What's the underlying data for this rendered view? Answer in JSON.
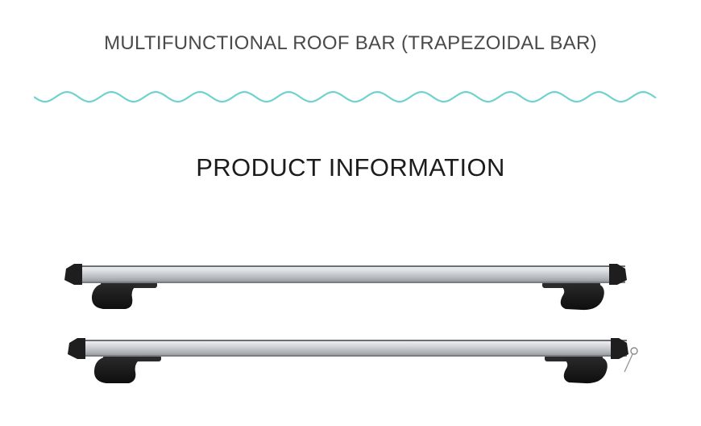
{
  "page": {
    "subtitle": "MULTIFUNCTIONAL ROOF BAR (TRAPEZOIDAL BAR)",
    "heading": "PRODUCT INFORMATION"
  },
  "decor": {
    "wave_color": "#6fd2cf"
  },
  "product_image": {
    "subject": "two roof bars",
    "bar_count": 2,
    "bar_color": "#c9ccd0",
    "cap_color": "#1e1e1e",
    "foot_color": "#1a1a1a"
  }
}
